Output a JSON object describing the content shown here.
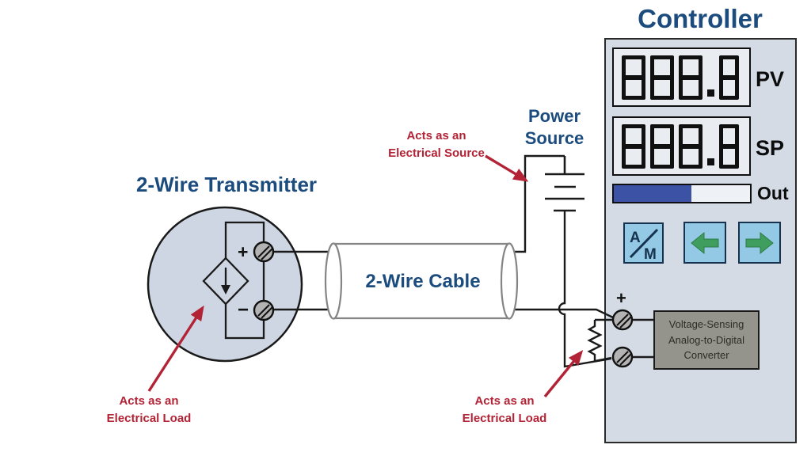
{
  "title": "Controller",
  "colors": {
    "heading_blue": "#1c4b7d",
    "annotation_red": "#b22335",
    "controller_bg": "#d4dbe5",
    "display_bg": "#e9edf2",
    "out_fill_blue": "#3b52a5",
    "button_blue": "#93c9e4",
    "arrow_green": "#3f9e5e",
    "adc_gray": "#94948c",
    "wire_black": "#1a1a1a",
    "cable_gray": "#858585"
  },
  "transmitter": {
    "title": "2-Wire Transmitter",
    "plus": "+",
    "minus": "−"
  },
  "cable": {
    "label": "2-Wire Cable"
  },
  "power_source": {
    "label_lines": [
      "Power",
      "Source"
    ]
  },
  "controller": {
    "pv": {
      "value": "888.8",
      "label": "PV"
    },
    "sp": {
      "value": "888.8",
      "label": "SP"
    },
    "out": {
      "label": "Out",
      "percent": 57
    },
    "buttons": {
      "am_top": "A",
      "am_bottom": "M"
    },
    "terminal_plus": "+",
    "adc_lines": [
      "Voltage-Sensing",
      "Analog-to-Digital",
      "Converter"
    ]
  },
  "annotations": {
    "source": [
      "Acts as an",
      "Electrical Source"
    ],
    "load_transmitter": [
      "Acts as an",
      "Electrical Load"
    ],
    "load_controller": [
      "Acts as an",
      "Electrical Load"
    ]
  }
}
